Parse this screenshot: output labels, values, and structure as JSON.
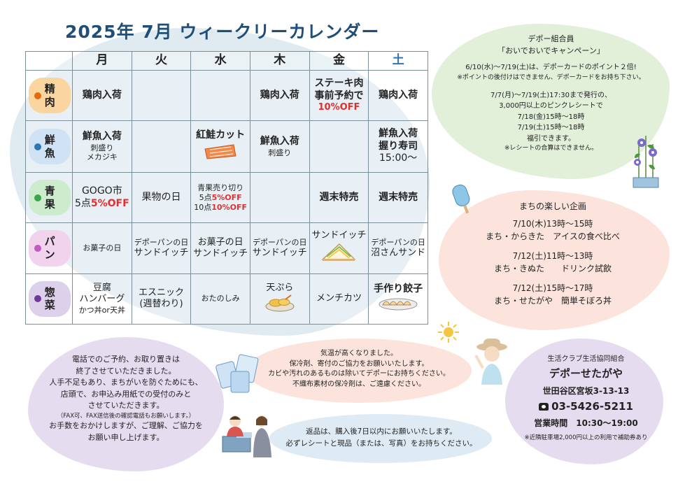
{
  "title": "2025年 7月 ウィークリーカレンダー",
  "days": [
    "月",
    "火",
    "水",
    "木",
    "金",
    "土"
  ],
  "rows": [
    {
      "label": "精肉",
      "color": "#e36c0a",
      "bg": "#fbd5a0",
      "cells": [
        [
          "鶏肉入荷"
        ],
        [],
        [],
        [
          "鶏肉入荷"
        ],
        [
          "ステーキ肉",
          "事前予約で",
          "10%OFF"
        ],
        [
          "鶏肉入荷"
        ]
      ]
    },
    {
      "label": "鮮魚",
      "color": "#2e75b6",
      "bg": "#cfe3f5",
      "cells": [
        [
          "鮮魚入荷",
          "刺盛り",
          "メカジキ"
        ],
        [],
        [
          "紅鮭カット"
        ],
        [
          "鮮魚入荷",
          "刺盛り"
        ],
        [],
        [
          "鮮魚入荷",
          "握り寿司",
          "15:00〜"
        ]
      ]
    },
    {
      "label": "青果",
      "color": "#3aa64c",
      "bg": "#cdeccd",
      "cells": [
        [
          "GOGO市",
          "5点",
          "5%OFF"
        ],
        [
          "果物の日"
        ],
        [
          "青果売り切り",
          "5点",
          "5%OFF",
          "10点",
          "10%OFF"
        ],
        [],
        [
          "週末特売"
        ],
        [
          "週末特売"
        ]
      ]
    },
    {
      "label": "パン",
      "color": "#c05cc0",
      "bg": "#f2d3ee",
      "cells": [
        [
          "お菓子の日"
        ],
        [
          "デポーパンの日",
          "サンドイッチ"
        ],
        [
          "お菓子の日",
          "サンドイッチ"
        ],
        [
          "デポーパンの日",
          "サンドイッチ"
        ],
        [
          "サンドイッチ"
        ],
        [
          "デポーパンの日",
          "沼さんサンド"
        ]
      ]
    },
    {
      "label": "惣菜",
      "color": "#6d3a9c",
      "bg": "#ddd0ea",
      "cells": [
        [
          "豆腐",
          "ハンバーグ",
          "かつ丼or天丼"
        ],
        [
          "エスニック",
          "(週替わり)"
        ],
        [
          "おたのしみ"
        ],
        [
          "天ぷら"
        ],
        [
          "メンチカツ"
        ],
        [
          "手作り餃子"
        ]
      ]
    }
  ],
  "campaign": {
    "line1": "デポー組合員",
    "line2": "「おいでおいでキャンペーン」",
    "line3": "6/10(水)〜7/19(土)は、デポーカードのポイント２倍!",
    "line4": "※ポイントの後付けはできません、デポーカードをお持ち下さい。",
    "line5": "7/7(月)〜7/19(土)17:30まで発行の、",
    "line6": "3,000円以上のピンクレシートで",
    "line7": "7/18(金)15時〜18時",
    "line8": "7/19(土)15時〜18時",
    "line9": "福引できます。",
    "line10": "※レシートの合算はできません。"
  },
  "events": {
    "heading": "まちの楽しい企画",
    "e1_time": "7/10(木)13時〜15時",
    "e1_desc": "まち・からきた　アイスの食べ比べ",
    "e2_time": "7/12(土)11時〜13時",
    "e2_desc": "まち・きぬた　　ドリンク試飲",
    "e3_time": "7/12(土)15時〜17時",
    "e3_desc": "まち・せたがや　簡単そぼろ丼"
  },
  "notice_left": {
    "l1": "電話でのご予約、お取り置きは",
    "l2": "終了させていただきました。",
    "l3": "人手不足もあり、まちがいを防ぐためにも、",
    "l4": "店頭で、お申込み用紙での受付のみと",
    "l5": "させていただきます。",
    "l6": "（FAX可、FAX送信後の確認電話もお願いします。）",
    "l7": "お手数をおかけしますが、ご理解、ご協力を",
    "l8": "お願い申し上げます。"
  },
  "notice_heat": {
    "l1": "気温が高くなりました。",
    "l2": "保冷剤、寄付のご協力をお願いいたします。",
    "l3": "カビや汚れのあるものは除いてデポーにお持ちください。",
    "l4": "不織布素材の保冷剤は、ご遠慮ください。"
  },
  "notice_return": {
    "l1": "返品は、購入後7日以内にお願いいたします。",
    "l2": "必ずレシートと現品（または、写真）をお持ちください。"
  },
  "shop": {
    "org": "生活クラブ生活協同組合",
    "name": "デポーせたがや",
    "address": "世田谷区宮坂3-13-13",
    "phone": "03-5426-5211",
    "hours": "営業時間　10:30〜19:00",
    "parking": "※近隣駐車場2,000円以上の利用で補助券あり"
  },
  "colors": {
    "title": "#1f4e79",
    "discount": "#e03030",
    "saturday": "#2e75b6"
  }
}
